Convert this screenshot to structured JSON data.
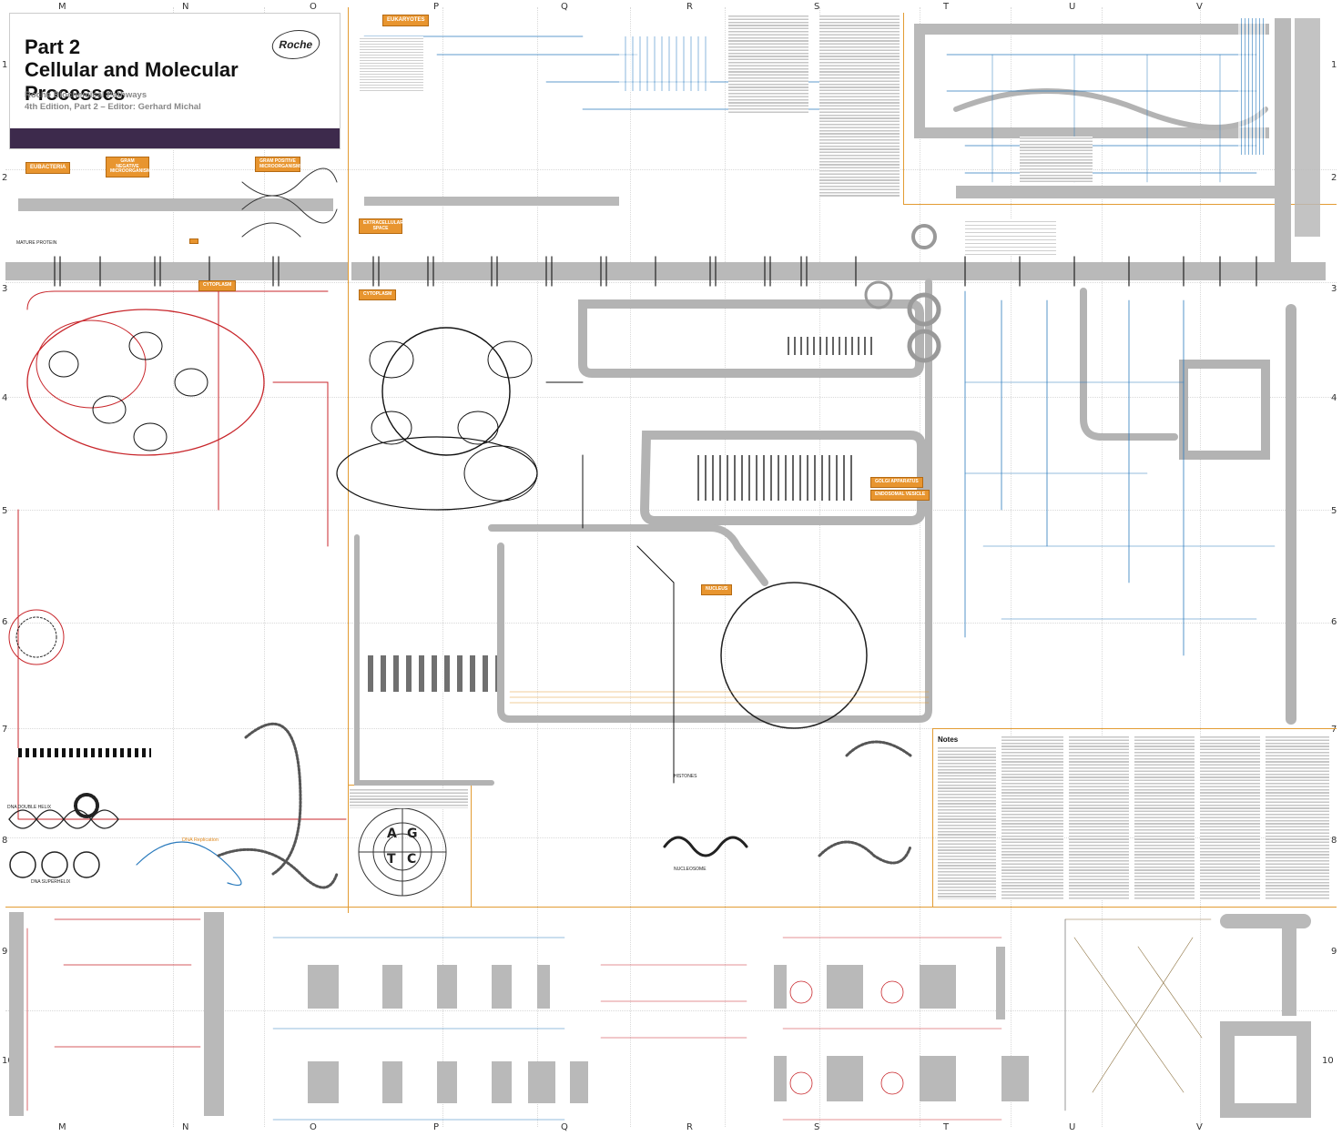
{
  "title_block": {
    "part": "Part 2",
    "title": "Cellular and Molecular Processes",
    "subtitle_line1": "Roche Biochemical Pathways",
    "subtitle_line2": "4th Edition, Part 2 – Editor: Gerhard Michal",
    "logo_text": "Roche"
  },
  "grid": {
    "columns_top": [
      "M",
      "N",
      "O",
      "P",
      "Q",
      "R",
      "S",
      "T",
      "U",
      "V"
    ],
    "columns_bottom": [
      "M",
      "N",
      "O",
      "P",
      "Q",
      "R",
      "S",
      "T",
      "U",
      "V"
    ],
    "rows": [
      "1",
      "2",
      "3",
      "4",
      "5",
      "6",
      "7",
      "8",
      "9",
      "10"
    ]
  },
  "section_tags": {
    "eubacteria": "EUBACTERIA",
    "gram_negative": "GRAM NEGATIVE MICROORGANISMS",
    "gram_positive": "GRAM POSITIVE MICROORGANISMS",
    "eukaryotes": "EUKARYOTES",
    "cytoplasm": "CYTOPLASM",
    "cytoplasm2": "CYTOPLASM",
    "extracellular": "EXTRACELLULAR SPACE",
    "nucleus": "NUCLEUS",
    "golgi": "GOLGI APPARATUS",
    "endosome": "ENDOSOMAL VESICLE"
  },
  "labels": {
    "dna_double_helix": "DNA DOUBLE HELIX",
    "dna_supercoil": "DNA SUPERHELIX",
    "dna_replication": "DNA Replication",
    "mature_protein": "MATURE PROTEIN",
    "nucleosome": "NUCLEOSOME",
    "histones": "HISTONES",
    "genetic_code_letters": [
      "T",
      "C",
      "A",
      "G"
    ],
    "notes_heading": "Notes"
  },
  "colors": {
    "divider": "#e39c33",
    "title_band": "#3d2a4c",
    "membrane": "#b9b9b9",
    "tag_fill": "#e8952f",
    "pathway_black": "#111111",
    "pathway_blue": "#2b7bbd",
    "pathway_red": "#c8262b",
    "pathway_orange": "#e08a20"
  }
}
